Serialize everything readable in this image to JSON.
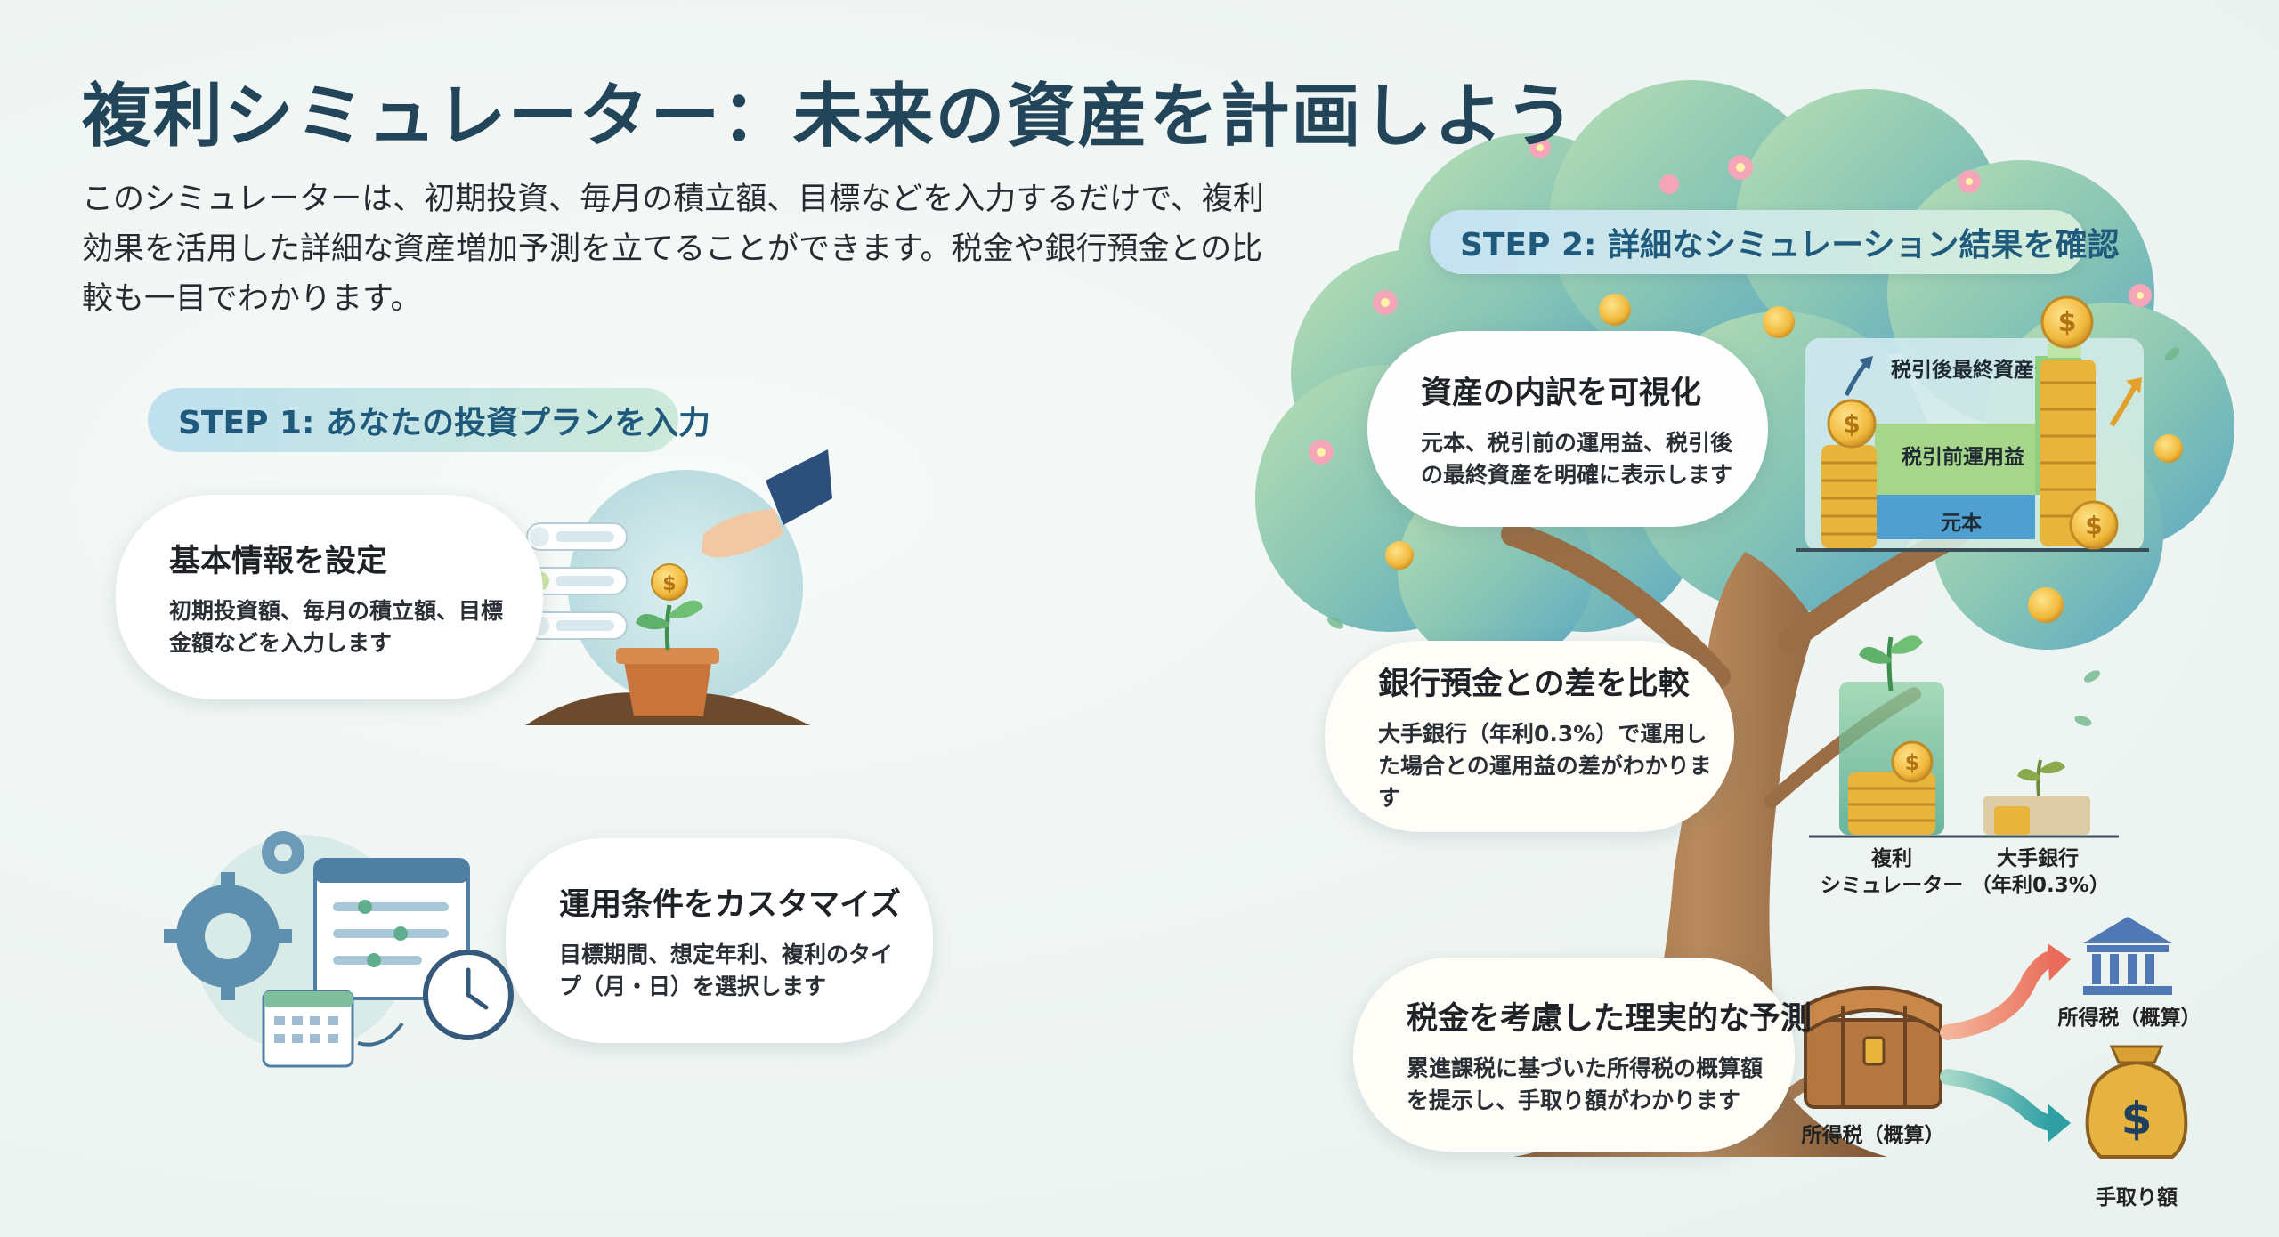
{
  "title": "複利シミュレーター：未来の資産を計画しよう",
  "intro": "このシミュレーターは、初期投資、毎月の積立額、目標などを入力するだけで、複利効果を活用した詳細な資産増加予測を立てることができます。税金や銀行預金との比較も一目でわかります。",
  "step1": {
    "label": "STEP 1: あなたの投資プランを入力",
    "cards": [
      {
        "title": "基本情報を設定",
        "desc": "初期投資額、毎月の積立額、目標金額などを入力します"
      },
      {
        "title": "運用条件をカスタマイズ",
        "desc": "目標期間、想定年利、複利のタイプ（月・日）を選択します"
      }
    ]
  },
  "step2": {
    "label": "STEP 2: 詳細なシミュレーション結果を確認",
    "cards": [
      {
        "title": "資産の内訳を可視化",
        "desc": "元本、税引前の運用益、税引後の最終資産を明確に表示します"
      },
      {
        "title": "銀行預金との差を比較",
        "desc": "大手銀行（年利0.3%）で運用した場合との運用益の差がわかります"
      },
      {
        "title": "税金を考慮した理実的な予測",
        "desc": "累進課税に基づいた所得税の概算額を提示し、手取り額がわかります"
      }
    ]
  },
  "breakdown_chart": {
    "after_tax": "税引後最終資産",
    "pre_tax": "税引前運用益",
    "principal": "元本"
  },
  "comparison": {
    "left": "複利\nシミュレーター",
    "right": "大手銀行\n（年利0.3%）"
  },
  "tax": {
    "chest": "所得税（概算）",
    "bank": "所得税（概算）",
    "bag": "手取り額"
  },
  "colors": {
    "title": "#22455a",
    "step_text": "#1f5a7c",
    "coin": "#f2c14e",
    "leaf": "#8ec7a8",
    "trunk": "#a6784f"
  },
  "icons": [
    "coin-icon",
    "plant-pot-icon",
    "hand-icon",
    "gear-icon",
    "calendar-icon",
    "clock-icon",
    "tree-icon",
    "bank-icon",
    "money-bag-icon",
    "treasure-chest-icon",
    "flower-icon"
  ]
}
